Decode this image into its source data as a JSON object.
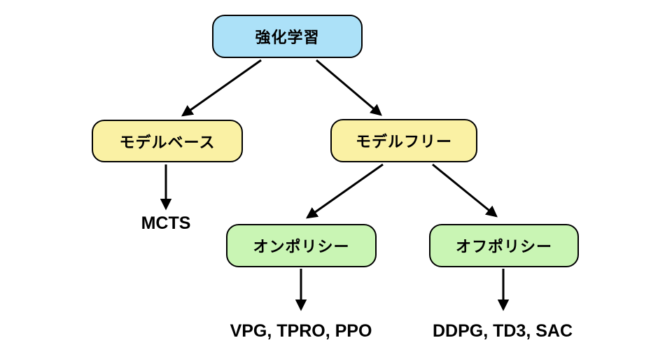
{
  "diagram": {
    "background_color": "#ffffff",
    "edge_color": "#000000",
    "border_color": "#000000",
    "nodes": {
      "root": {
        "label": "強化学習",
        "fill": "#ACE1F8"
      },
      "model_based": {
        "label": "モデルベース",
        "fill": "#FAF1A4"
      },
      "model_free": {
        "label": "モデルフリー",
        "fill": "#FAF1A4"
      },
      "on_policy": {
        "label": "オンポリシー",
        "fill": "#C9F5B4"
      },
      "off_policy": {
        "label": "オフポリシー",
        "fill": "#C9F5B4"
      }
    },
    "leaves": {
      "model_based_algos": {
        "label": "MCTS"
      },
      "on_policy_algos": {
        "label": "VPG, TPRO, PPO"
      },
      "off_policy_algos": {
        "label": "DDPG, TD3, SAC"
      }
    }
  }
}
